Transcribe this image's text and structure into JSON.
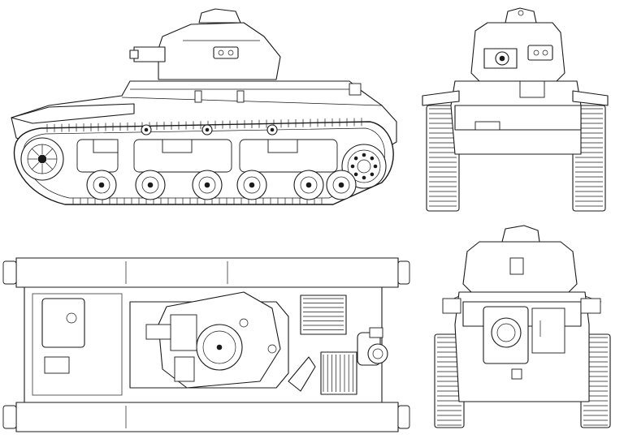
{
  "drawing": {
    "background_color": "#ffffff",
    "line_color": "#1a1a1a",
    "views": [
      {
        "id": "side",
        "icon": "tank-side-elevation-icon"
      },
      {
        "id": "front",
        "icon": "tank-front-elevation-icon"
      },
      {
        "id": "top",
        "icon": "tank-plan-view-icon"
      },
      {
        "id": "rear",
        "icon": "tank-rear-elevation-icon"
      }
    ],
    "side_view": {
      "road_wheels": 6,
      "return_rollers": 3
    },
    "top_view": {
      "grille_bars": 16
    }
  }
}
